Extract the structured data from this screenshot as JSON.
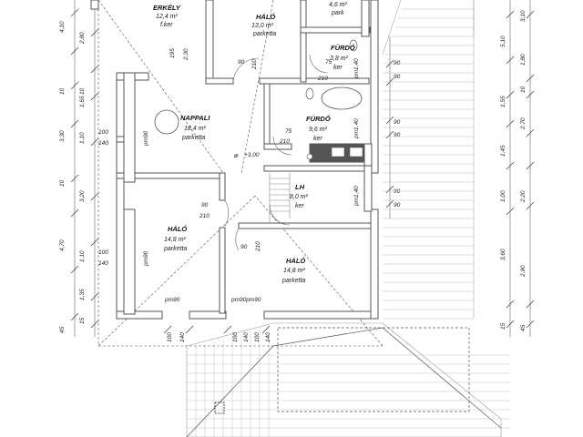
{
  "rooms": {
    "erkely": {
      "name": "ERKÉLY",
      "area": "12,4 m²",
      "floor": "f.ker"
    },
    "halo_top": {
      "name": "HÁLÓ",
      "area": "13,0 m²",
      "floor": "parketta"
    },
    "park_top": {
      "area": "4,6 m²",
      "floor": "park"
    },
    "furdo_small": {
      "name": "FÜRDŐ",
      "area": "3,8 m²",
      "floor": "ker"
    },
    "nappali": {
      "name": "NAPPALI",
      "area": "18,4 m²",
      "floor": "parketta"
    },
    "furdo": {
      "name": "FÜRDŐ",
      "area": "9,6 m²",
      "floor": "ker"
    },
    "lh": {
      "name": "LH",
      "area": "8,0 m²",
      "floor": "ker"
    },
    "halo_left": {
      "name": "HÁLÓ",
      "area": "14,8 m²",
      "floor": "parketta"
    },
    "halo_right": {
      "name": "HÁLÓ",
      "area": "14,8 m²",
      "floor": "parketta"
    }
  },
  "labels": {
    "level": "+3,00",
    "pm90_1": "pm90",
    "pm90_2": "pm90",
    "pm90_3": "pm90",
    "pm90_bottom_left": "pm90",
    "pm90pm90": "pm90pm90",
    "pm1_40_a": "pm1,40",
    "pm1_40_b": "pm1,40",
    "pm1_40_c": "pm1,40",
    "door_195": "195",
    "door_230": "2,30",
    "door_90a": "90",
    "door_210a": "210",
    "door_75a": "75",
    "door_210b": "210",
    "door_75b": "75",
    "door_210c": "210",
    "door_90b": "90",
    "door_210d": "210",
    "door_90c": "90",
    "door_210e": "210",
    "win_100a": "100",
    "win_140a": "140",
    "win_100b": "100",
    "win_140b": "140"
  },
  "dims_left": [
    "4,10",
    "2,80",
    "10",
    "1,65",
    "10",
    "3,30",
    "1,10",
    "10",
    "3,20",
    "4,70",
    "1,10",
    "1,35",
    "45",
    "15"
  ],
  "dims_right_outer": [
    "3,10",
    "5,10",
    "1,80",
    "10",
    "1,55",
    "2,70",
    "1,45",
    "1,00",
    "2,20",
    "3,60",
    "2,90",
    "15",
    "45"
  ],
  "dims_right_inner": [
    "90",
    "90",
    "90",
    "90",
    "90",
    "90"
  ],
  "dims_bottom": [
    "100",
    "140",
    "100",
    "140",
    "100",
    "140"
  ]
}
